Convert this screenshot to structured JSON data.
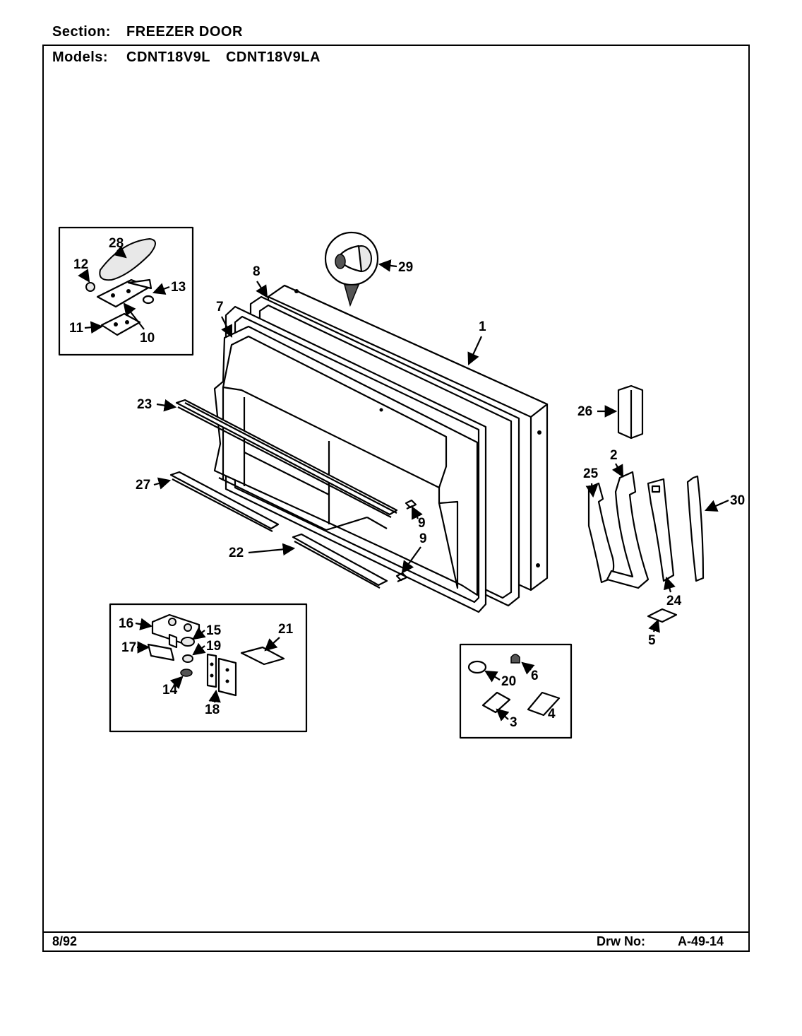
{
  "header": {
    "section_label": "Section:",
    "section_value": "FREEZER DOOR",
    "models_label": "Models:",
    "models": [
      "CDNT18V9L",
      "CDNT18V9LA"
    ]
  },
  "footer": {
    "date": "8/92",
    "drawing_label": "Drw No:",
    "drawing_number": "A-49-14"
  },
  "callouts": [
    "1",
    "2",
    "3",
    "4",
    "5",
    "6",
    "7",
    "8",
    "9",
    "9",
    "10",
    "11",
    "12",
    "13",
    "14",
    "15",
    "16",
    "17",
    "18",
    "19",
    "20",
    "21",
    "22",
    "23",
    "24",
    "25",
    "26",
    "27",
    "28",
    "29",
    "30"
  ]
}
